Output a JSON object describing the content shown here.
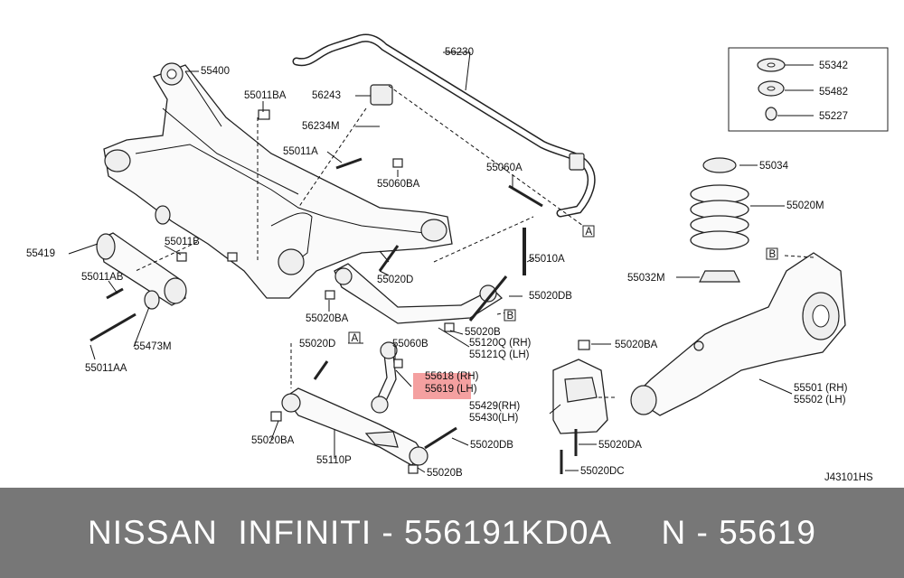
{
  "drawing_id": "J43101HS",
  "banner": {
    "text": "NISSAN  INFINITI - 556191KD0A     N - 55619"
  },
  "highlight_color": "#f4a0a0",
  "reference_markers": [
    "A",
    "A",
    "B",
    "B"
  ],
  "inset_labels": [
    "55342",
    "55482",
    "55227"
  ],
  "labels": [
    "56230",
    "55400",
    "55011BA",
    "56243",
    "56234M",
    "55011A",
    "55060BA",
    "55060A",
    "55034",
    "55020M",
    "55419",
    "55011B",
    "55011AB",
    "55473M",
    "55011AA",
    "55020D",
    "55010A",
    "55020DB",
    "55020BA",
    "55020B",
    "55120Q (RH)",
    "55121Q (LH)",
    "55032M",
    "55020D",
    "55060B",
    "55618 (RH)",
    "55619 (LH)",
    "55429(RH)",
    "55430(LH)",
    "55020BA",
    "55501 (RH)",
    "55502 (LH)",
    "55020DA",
    "55020DB",
    "55110P",
    "55020B",
    "55020DC",
    "55020BA"
  ]
}
